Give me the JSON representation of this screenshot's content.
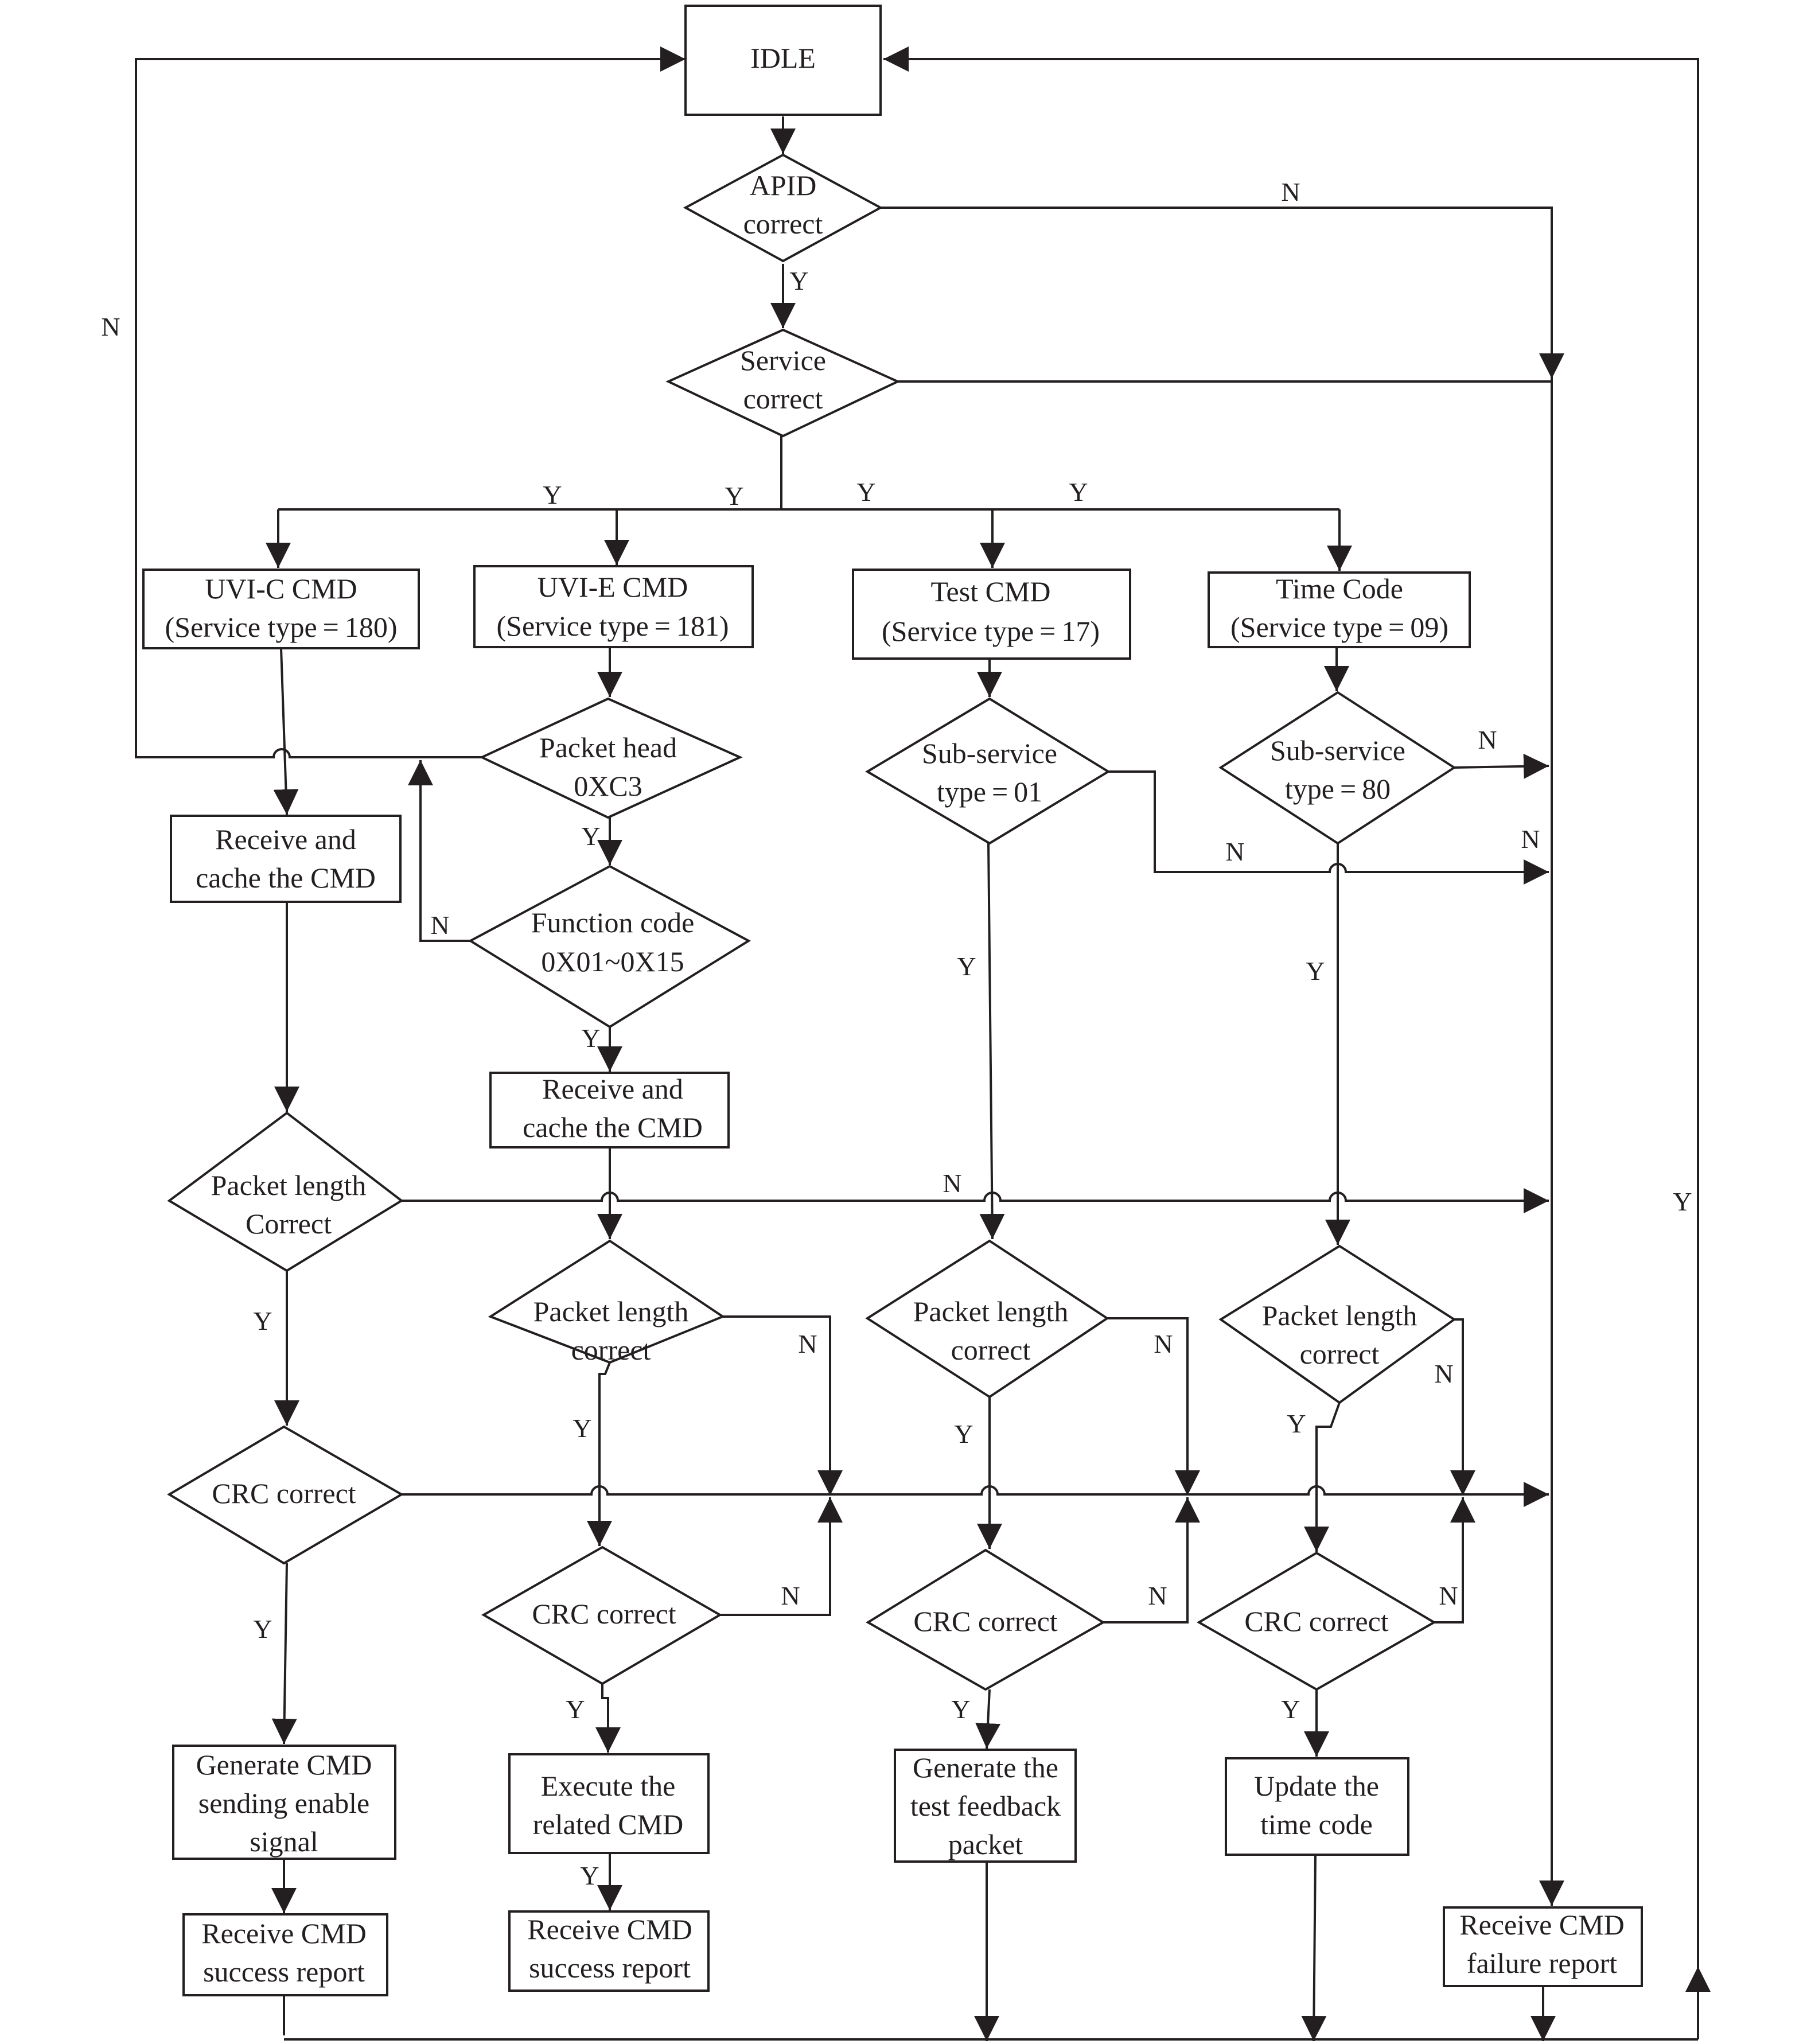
{
  "nodes": {
    "idle": [
      "IDLE"
    ],
    "apid": [
      "APID",
      "correct"
    ],
    "service": [
      "Service",
      "correct"
    ],
    "uvic_cmd": [
      "UVI-C CMD",
      "(Service type = 180)"
    ],
    "uvie_cmd": [
      "UVI-E CMD",
      "(Service type = 181)"
    ],
    "test_cmd": [
      "Test CMD",
      "(Service type = 17)"
    ],
    "time_code": [
      "Time Code",
      "(Service type = 09)"
    ],
    "packet_head": [
      "Packet head",
      "0XC3"
    ],
    "sub_test": [
      "Sub-service",
      "type = 01"
    ],
    "sub_time": [
      "Sub-service",
      "type = 80"
    ],
    "recv_cache_c": [
      "Receive and",
      "cache  the CMD"
    ],
    "function_code": [
      "Function code",
      "0X01~0X15"
    ],
    "recv_cache_e": [
      "Receive and",
      "cache  the CMD"
    ],
    "len_c": [
      "Packet length",
      "Correct"
    ],
    "len_e": [
      "Packet length",
      "correct"
    ],
    "len_t": [
      "Packet length",
      "correct"
    ],
    "len_tc": [
      "Packet length",
      "correct"
    ],
    "crc_c": [
      "CRC correct"
    ],
    "crc_e": [
      "CRC correct"
    ],
    "crc_t": [
      "CRC correct"
    ],
    "crc_tc": [
      "CRC correct"
    ],
    "gen_enable": [
      "Generate CMD",
      "sending enable",
      "signal"
    ],
    "execute": [
      "Execute the",
      "related CMD"
    ],
    "gen_feedback": [
      "Generate the",
      "test feedback",
      "packet"
    ],
    "update_time": [
      "Update the",
      "time code"
    ],
    "success_c": [
      "Receive CMD",
      "success report"
    ],
    "success_e": [
      "Receive CMD",
      "success report"
    ],
    "failure": [
      "Receive CMD",
      "failure report"
    ]
  },
  "edge_labels": {
    "yes": "Y",
    "no": "N"
  }
}
